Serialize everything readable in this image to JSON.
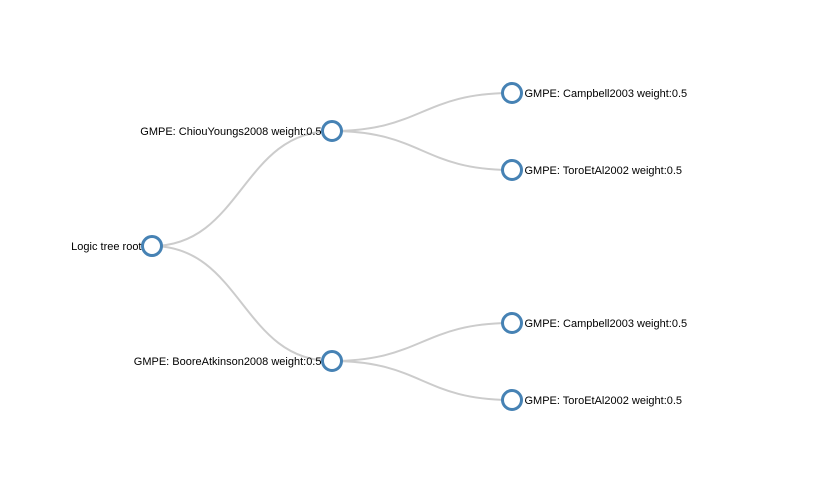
{
  "tree": {
    "root": {
      "id": "root",
      "label": "Logic tree root"
    },
    "branches": [
      {
        "id": "chiou",
        "label": "GMPE: ChiouYoungs2008 weight:0.5",
        "children": [
          {
            "id": "chiou-campbell",
            "label": "GMPE: Campbell2003 weight:0.5"
          },
          {
            "id": "chiou-toro",
            "label": "GMPE: ToroEtAl2002 weight:0.5"
          }
        ]
      },
      {
        "id": "boore",
        "label": "GMPE: BooreAtkinson2008 weight:0.5",
        "children": [
          {
            "id": "boore-campbell",
            "label": "GMPE: Campbell2003 weight:0.5"
          },
          {
            "id": "boore-toro",
            "label": "GMPE: ToroEtAl2002 weight:0.5"
          }
        ]
      }
    ]
  },
  "colors": {
    "node_stroke": "#4682b4",
    "link_stroke": "#cccccc",
    "node_fill": "#ffffff",
    "text": "#000000"
  }
}
